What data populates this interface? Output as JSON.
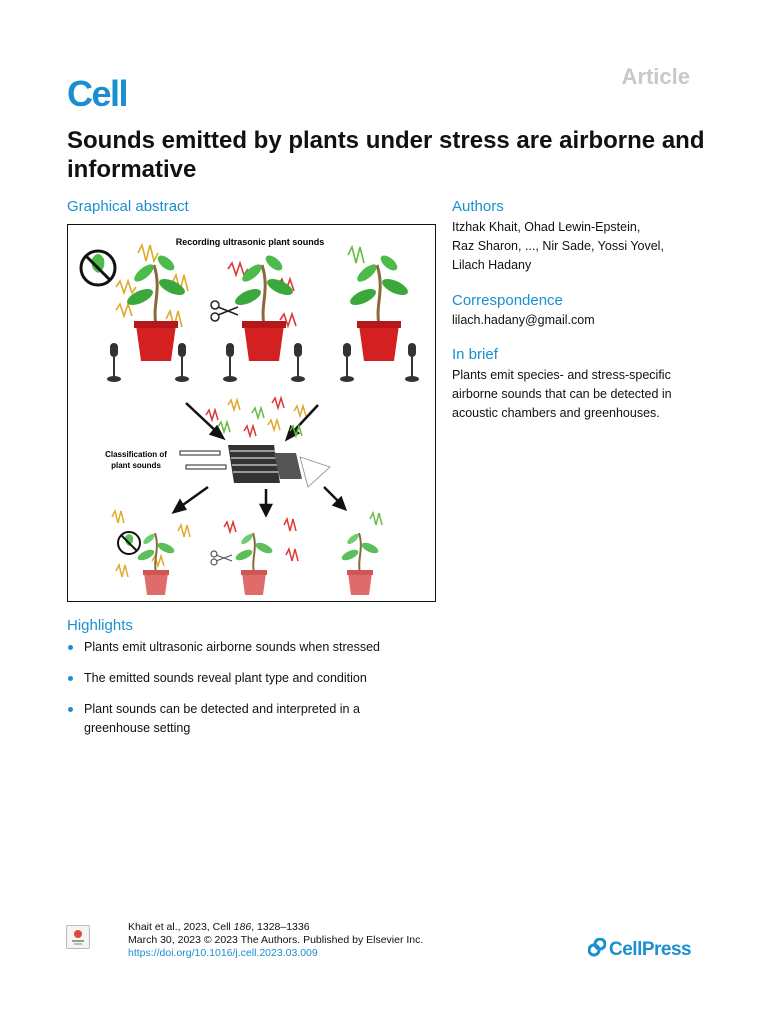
{
  "header": {
    "journal": "Cell",
    "article_type": "Article",
    "title": "Sounds emitted by plants under stress are airborne and informative"
  },
  "graphical_abstract": {
    "heading": "Graphical abstract",
    "recording_label": "Recording ultrasonic plant sounds",
    "classification_label_line1": "Classification of",
    "classification_label_line2": "plant sounds"
  },
  "authors": {
    "heading": "Authors",
    "line1": "Itzhak Khait, Ohad Lewin-Epstein,",
    "line2": "Raz Sharon, ..., Nir Sade, Yossi Yovel,",
    "line3": "Lilach Hadany"
  },
  "correspondence": {
    "heading": "Correspondence",
    "email": "lilach.hadany@gmail.com"
  },
  "in_brief": {
    "heading": "In brief",
    "line1": "Plants emit species- and stress-specific",
    "line2": "airborne sounds that can be detected in",
    "line3": "acoustic chambers and greenhouses."
  },
  "highlights": {
    "heading": "Highlights",
    "items": [
      {
        "line1": "Plants emit ultrasonic airborne sounds when stressed",
        "line2": ""
      },
      {
        "line1": "The emitted sounds reveal plant type and condition",
        "line2": ""
      },
      {
        "line1": "Plant sounds can be detected and interpreted in a",
        "line2": "greenhouse setting"
      }
    ]
  },
  "footer": {
    "citation_prefix": "Khait et al., 2023, Cell ",
    "volume": "186",
    "pages": ", 1328–1336",
    "date_line": "March 30, 2023 © 2023 The Authors. Published by Elsevier Inc.",
    "doi": "https://doi.org/10.1016/j.cell.2023.03.009",
    "publisher": "CellPress"
  },
  "colors": {
    "accent": "#1a8fd0",
    "pot": "#d42020",
    "leaf": "#3aa83a",
    "wave_drought": "#e0a92a",
    "wave_cut": "#e03535",
    "wave_control": "#66bb44"
  },
  "icons": [
    "no-water-icon",
    "scissors-icon",
    "microphone-icon",
    "arrow-icon",
    "cellpress-icon"
  ]
}
